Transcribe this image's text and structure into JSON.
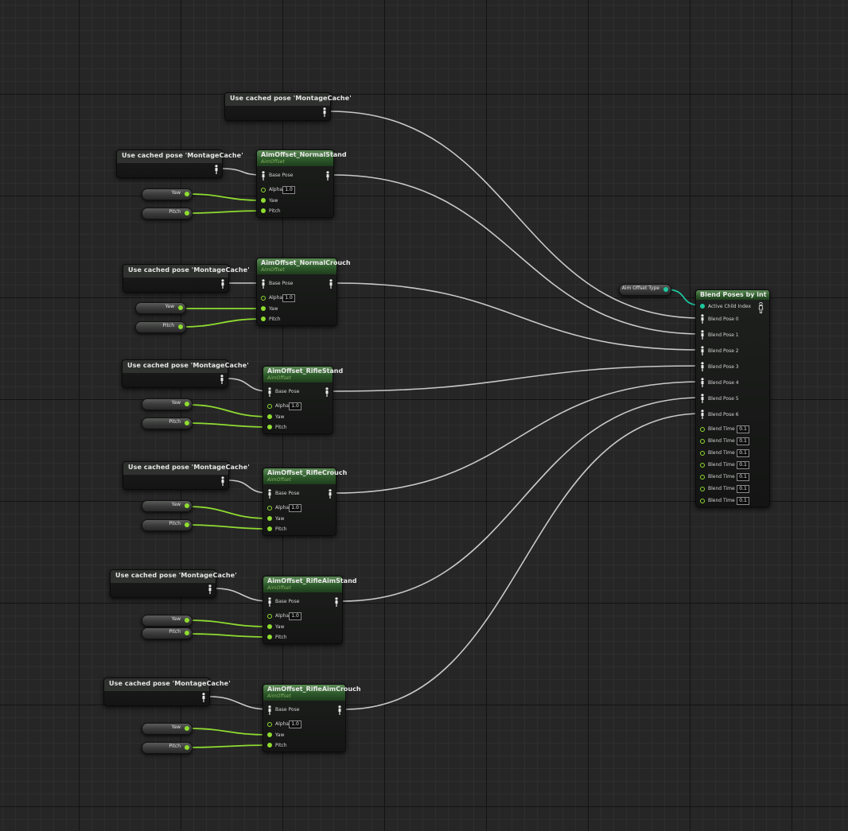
{
  "graph": {
    "cache_nodes": [
      {
        "title": "Use cached pose 'MontageCache'"
      },
      {
        "title": "Use cached pose 'MontageCache'"
      },
      {
        "title": "Use cached pose 'MontageCache'"
      },
      {
        "title": "Use cached pose 'MontageCache'"
      },
      {
        "title": "Use cached pose 'MontageCache'"
      },
      {
        "title": "Use cached pose 'MontageCache'"
      },
      {
        "title": "Use cached pose 'MontageCache'"
      }
    ],
    "aim_offsets": [
      {
        "title": "AimOffset_NormalStand",
        "subtitle": "AimOffset",
        "base_pose": "Base Pose",
        "alpha_label": "Alpha",
        "alpha_value": "1.0",
        "yaw": "Yaw",
        "pitch": "Pitch"
      },
      {
        "title": "AimOffset_NormalCrouch",
        "subtitle": "AimOffset",
        "base_pose": "Base Pose",
        "alpha_label": "Alpha",
        "alpha_value": "1.0",
        "yaw": "Yaw",
        "pitch": "Pitch"
      },
      {
        "title": "AimOffset_RifleStand",
        "subtitle": "AimOffset",
        "base_pose": "Base Pose",
        "alpha_label": "Alpha",
        "alpha_value": "1.0",
        "yaw": "Yaw",
        "pitch": "Pitch"
      },
      {
        "title": "AimOffset_RifleCrouch",
        "subtitle": "AimOffset",
        "base_pose": "Base Pose",
        "alpha_label": "Alpha",
        "alpha_value": "1.0",
        "yaw": "Yaw",
        "pitch": "Pitch"
      },
      {
        "title": "AimOffset_RifleAimStand",
        "subtitle": "AimOffset",
        "base_pose": "Base Pose",
        "alpha_label": "Alpha",
        "alpha_value": "1.0",
        "yaw": "Yaw",
        "pitch": "Pitch"
      },
      {
        "title": "AimOffset_RifleAimCrouch",
        "subtitle": "AimOffset",
        "base_pose": "Base Pose",
        "alpha_label": "Alpha",
        "alpha_value": "1.0",
        "yaw": "Yaw",
        "pitch": "Pitch"
      }
    ],
    "variables": {
      "yaw": "Yaw",
      "pitch": "Pitch",
      "aim_offset_type": "Aim Offset Type"
    },
    "blend_node": {
      "title": "Blend Poses by int",
      "active_child_index": "Active Child Index",
      "blend_poses": [
        "Blend Pose 0",
        "Blend Pose 1",
        "Blend Pose 2",
        "Blend Pose 3",
        "Blend Pose 4",
        "Blend Pose 5",
        "Blend Pose 6"
      ],
      "blend_times": [
        {
          "label": "Blend Time 0",
          "value": "0.1"
        },
        {
          "label": "Blend Time 1",
          "value": "0.1"
        },
        {
          "label": "Blend Time 2",
          "value": "0.1"
        },
        {
          "label": "Blend Time 3",
          "value": "0.1"
        },
        {
          "label": "Blend Time 4",
          "value": "0.1"
        },
        {
          "label": "Blend Time 5",
          "value": "0.1"
        },
        {
          "label": "Blend Time 6",
          "value": "0.1"
        }
      ]
    },
    "colors": {
      "pose_wire": "#c9c9c9",
      "float_pin": "#8fdc31",
      "int_pin": "#1fc7a0",
      "node_header": "#2d5a2a"
    }
  }
}
